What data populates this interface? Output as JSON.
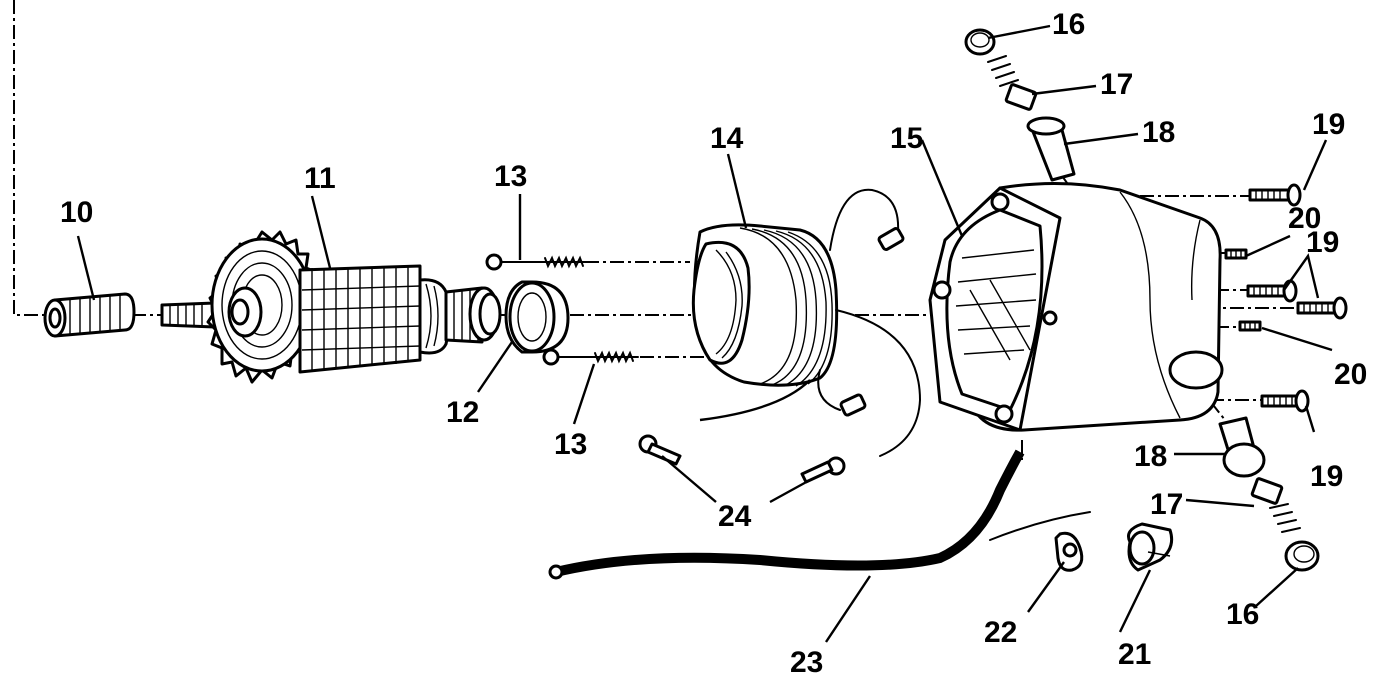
{
  "callouts": [
    {
      "id": "10",
      "label": "10"
    },
    {
      "id": "11",
      "label": "11"
    },
    {
      "id": "12",
      "label": "12"
    },
    {
      "id": "13a",
      "label": "13"
    },
    {
      "id": "13b",
      "label": "13"
    },
    {
      "id": "14",
      "label": "14"
    },
    {
      "id": "15",
      "label": "15"
    },
    {
      "id": "16a",
      "label": "16"
    },
    {
      "id": "16b",
      "label": "16"
    },
    {
      "id": "17a",
      "label": "17"
    },
    {
      "id": "17b",
      "label": "17"
    },
    {
      "id": "18a",
      "label": "18"
    },
    {
      "id": "18b",
      "label": "18"
    },
    {
      "id": "19a",
      "label": "19"
    },
    {
      "id": "19b",
      "label": "19"
    },
    {
      "id": "19c",
      "label": "19"
    },
    {
      "id": "20a",
      "label": "20"
    },
    {
      "id": "20b",
      "label": "20"
    },
    {
      "id": "21",
      "label": "21"
    },
    {
      "id": "22",
      "label": "22"
    },
    {
      "id": "23",
      "label": "23"
    },
    {
      "id": "24",
      "label": "24"
    }
  ]
}
